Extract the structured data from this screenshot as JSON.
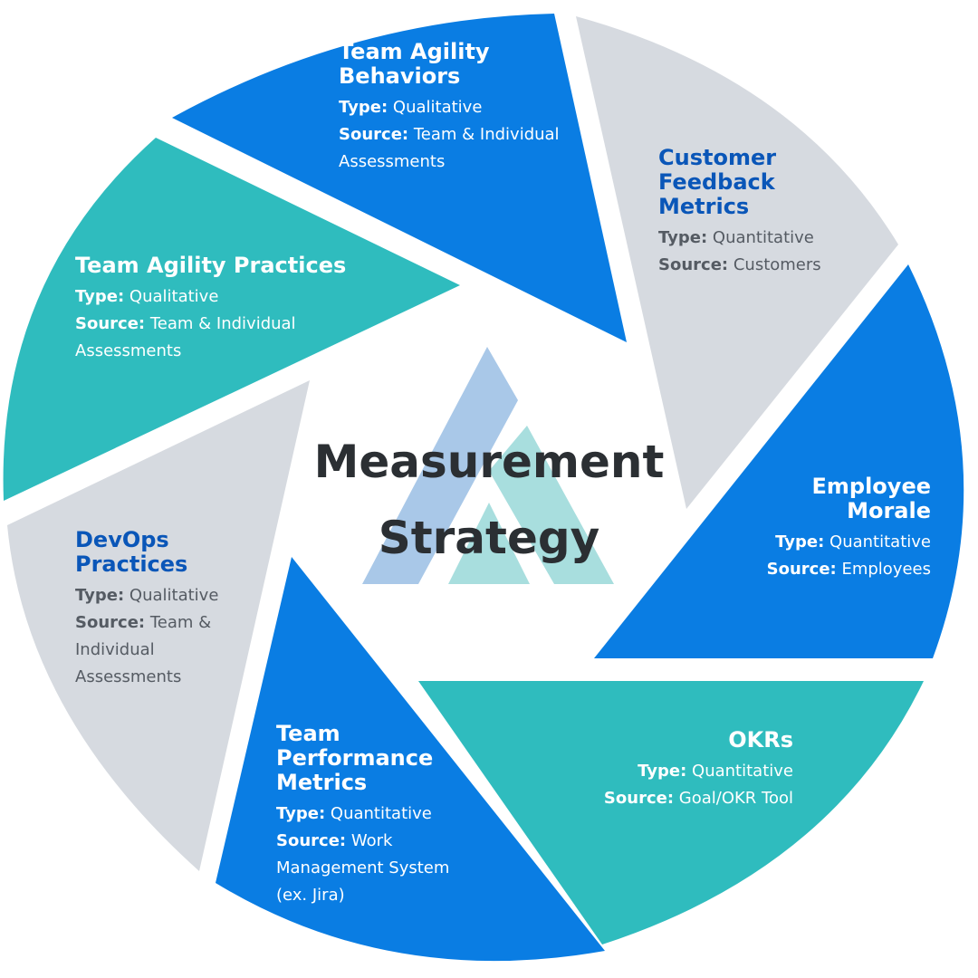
{
  "colors": {
    "blue": "#0a7de3",
    "teal": "#2fbcbe",
    "gray": "#d6dae0",
    "title_blue": "#0a56b8",
    "text_gray": "#555b63",
    "center_text": "#2b2f33",
    "logo_blue": "#a9c8e8",
    "logo_teal": "#a8dede"
  },
  "center": {
    "title_line1": "Measurement",
    "title_line2": "Strategy",
    "logo": "abstract-triangle-logo"
  },
  "labels": {
    "type": "Type:",
    "source": "Source:"
  },
  "segments": [
    {
      "id": "team-agility-behaviors",
      "color": "blue",
      "title_lines": [
        "Team Agility",
        "Behaviors"
      ],
      "type": "Qualitative",
      "source_lines": [
        "Team & Individual",
        "Assessments"
      ]
    },
    {
      "id": "customer-feedback-metrics",
      "color": "gray",
      "title_lines": [
        "Customer",
        "Feedback",
        "Metrics"
      ],
      "type": "Quantitative",
      "source_lines": [
        "Customers"
      ]
    },
    {
      "id": "employee-morale",
      "color": "blue",
      "title_lines": [
        "Employee",
        "Morale"
      ],
      "type": "Quantitative",
      "source_lines": [
        "Employees"
      ]
    },
    {
      "id": "okrs",
      "color": "teal",
      "title_lines": [
        "OKRs"
      ],
      "type": "Quantitative",
      "source_lines": [
        "Goal/OKR Tool"
      ]
    },
    {
      "id": "team-performance-metrics",
      "color": "blue",
      "title_lines": [
        "Team",
        "Performance",
        "Metrics"
      ],
      "type": "Quantitative",
      "source_lines": [
        "Work",
        "Management System",
        "(ex. Jira)"
      ]
    },
    {
      "id": "devops-practices",
      "color": "gray",
      "title_lines": [
        "DevOps",
        "Practices"
      ],
      "type": "Qualitative",
      "source_lines": [
        "Team &",
        "Individual",
        "Assessments"
      ]
    },
    {
      "id": "team-agility-practices",
      "color": "teal",
      "title_lines": [
        "Team Agility Practices"
      ],
      "type": "Qualitative",
      "source_lines": [
        "Team & Individual",
        "Assessments"
      ]
    }
  ]
}
